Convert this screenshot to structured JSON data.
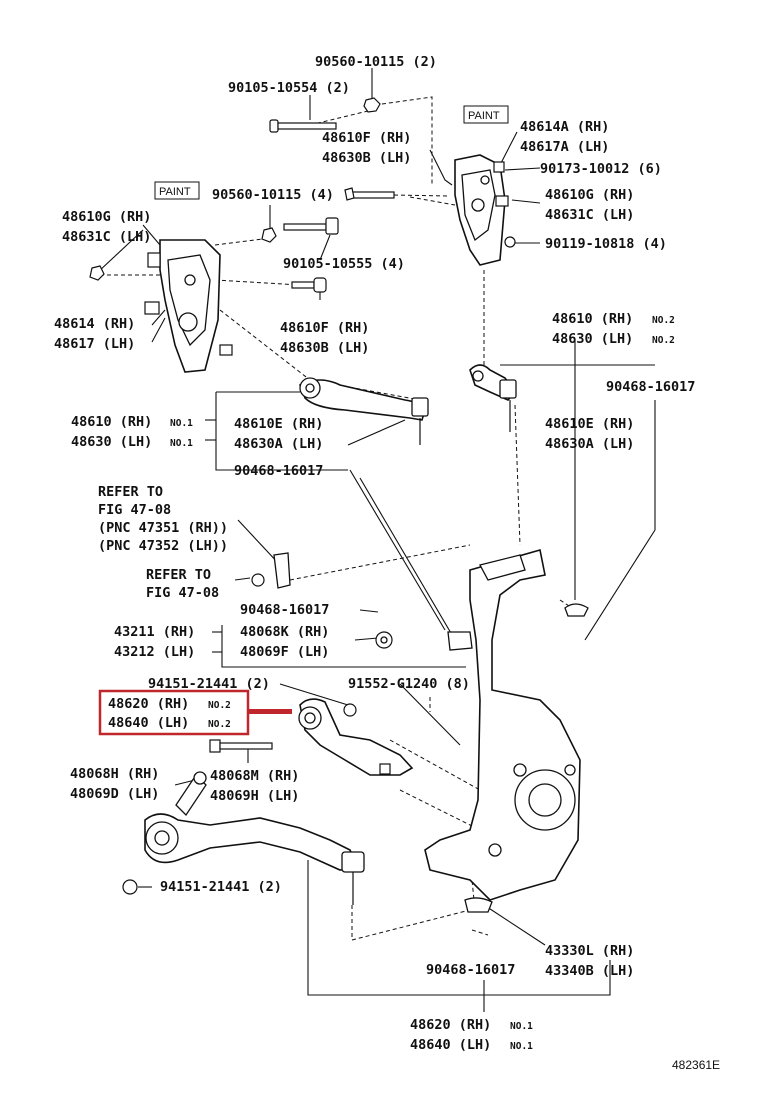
{
  "labels": {
    "l01": "90560-10115 (2)",
    "l02": "90105-10554 (2)",
    "l03": "48614A (RH)",
    "l04": "48617A (LH)",
    "l05": "48610F (RH)",
    "l06": "48630B (LH)",
    "l07": "90173-10012 (6)",
    "l08": "90560-10115 (4)",
    "l09": "48610G (RH)",
    "l10": "48631C (LH)",
    "l11": "48610G (RH)",
    "l12": "48631C (LH)",
    "l13": "90119-10818 (4)",
    "l14": "90105-10555 (4)",
    "l15": "48614 (RH)",
    "l16": "48617 (LH)",
    "l17": "48610F (RH)",
    "l18": "48630B (LH)",
    "l19": "48610 (RH)",
    "l20": "48630 (LH)",
    "l21": "90468-16017",
    "l22": "48610 (RH)",
    "l23": "48630 (LH)",
    "l24": "48610E (RH)",
    "l25": "48630A (LH)",
    "l26": "48610E (RH)",
    "l27": "48630A (LH)",
    "l28": "90468-16017",
    "l29": "REFER TO",
    "l30": "FIG 47-08",
    "l31": "(PNC 47351 (RH))",
    "l32": "(PNC 47352 (LH))",
    "l33": "REFER TO",
    "l34": "FIG 47-08",
    "l35": "90468-16017",
    "l36": "43211 (RH)",
    "l37": "43212 (LH)",
    "l38": "48068K (RH)",
    "l39": "48069F (LH)",
    "l40": "94151-21441 (2)",
    "l41": "91552-G1240 (8)",
    "l42": "48620 (RH)",
    "l43": "48640 (LH)",
    "l44": "48068H (RH)",
    "l45": "48069D (LH)",
    "l46": "48068M (RH)",
    "l47": "48069H (LH)",
    "l48": "94151-21441 (2)",
    "l49": "90468-16017",
    "l50": "43330L (RH)",
    "l51": "43340B (LH)",
    "l52": "48620 (RH)",
    "l53": "48640 (LH)"
  },
  "suffix": {
    "no2a": "NO.2",
    "no2b": "NO.2",
    "no1a": "NO.1",
    "no1b": "NO.1",
    "no2c": "NO.2",
    "no2d": "NO.2",
    "no1c": "NO.1",
    "no1d": "NO.1"
  },
  "paint_left": "PAINT",
  "paint_right": "PAINT",
  "diagram_code": "482361E",
  "highlight_color": "#c0272d"
}
